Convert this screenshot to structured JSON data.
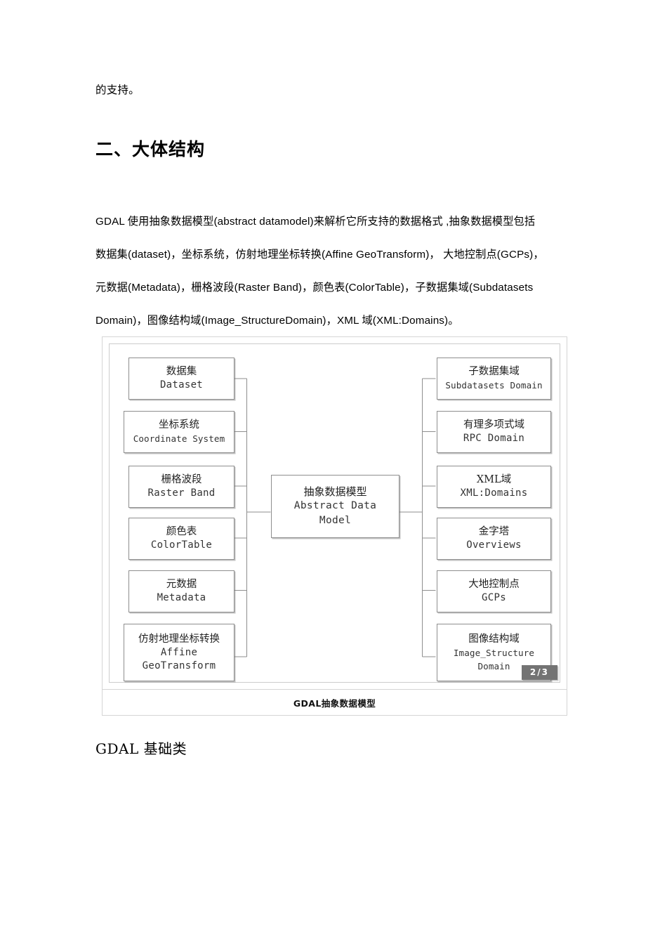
{
  "document": {
    "lead_text": "的支持。",
    "heading": "二、大体结构",
    "paragraph_lines": [
      "GDAL 使用抽象数据模型(abstract datamodel)来解析它所支持的数据格式 ,抽象数据模型包括",
      "数据集(dataset)，坐标系统，仿射地理坐标转换(Affine  GeoTransform)， 大地控制点(GCPs)，",
      "元数据(Metadata)，栅格波段(Raster  Band)，颜色表(ColorTable)，子数据集域(Subdatasets",
      "Domain)，图像结构域(Image_StructureDomain)，XML 域(XML:Domains)。"
    ],
    "footer_text": "GDAL 基础类"
  },
  "figure": {
    "caption": "GDAL抽象数据模型",
    "page_badge": "2/3",
    "center_node": {
      "cn": "抽象数据模型",
      "en_line1": "Abstract Data",
      "en_line2": "Model"
    },
    "left_nodes": [
      {
        "cn": "数据集",
        "en": "Dataset"
      },
      {
        "cn": "坐标系统",
        "en": "Coordinate System"
      },
      {
        "cn": "栅格波段",
        "en": "Raster Band"
      },
      {
        "cn": "颜色表",
        "en": "ColorTable"
      },
      {
        "cn": "元数据",
        "en": "Metadata"
      },
      {
        "cn": "仿射地理坐标转换",
        "en": "Affine",
        "en2": "GeoTransform"
      }
    ],
    "right_nodes": [
      {
        "cn": "子数据集域",
        "en": "Subdatasets Domain"
      },
      {
        "cn": "有理多项式域",
        "en": "RPC Domain"
      },
      {
        "cn": "XML域",
        "en": "XML:Domains"
      },
      {
        "cn": "金字塔",
        "en": "Overviews"
      },
      {
        "cn": "大地控制点",
        "en": "GCPs"
      },
      {
        "cn": "图像结构域",
        "en": "Image_Structure",
        "en2": "Domain"
      }
    ]
  },
  "colors": {
    "node_border": "#8e8e8e",
    "frame_border": "#d5d5d5",
    "badge_bg": "#737373",
    "connector": "#8e8e8e"
  }
}
